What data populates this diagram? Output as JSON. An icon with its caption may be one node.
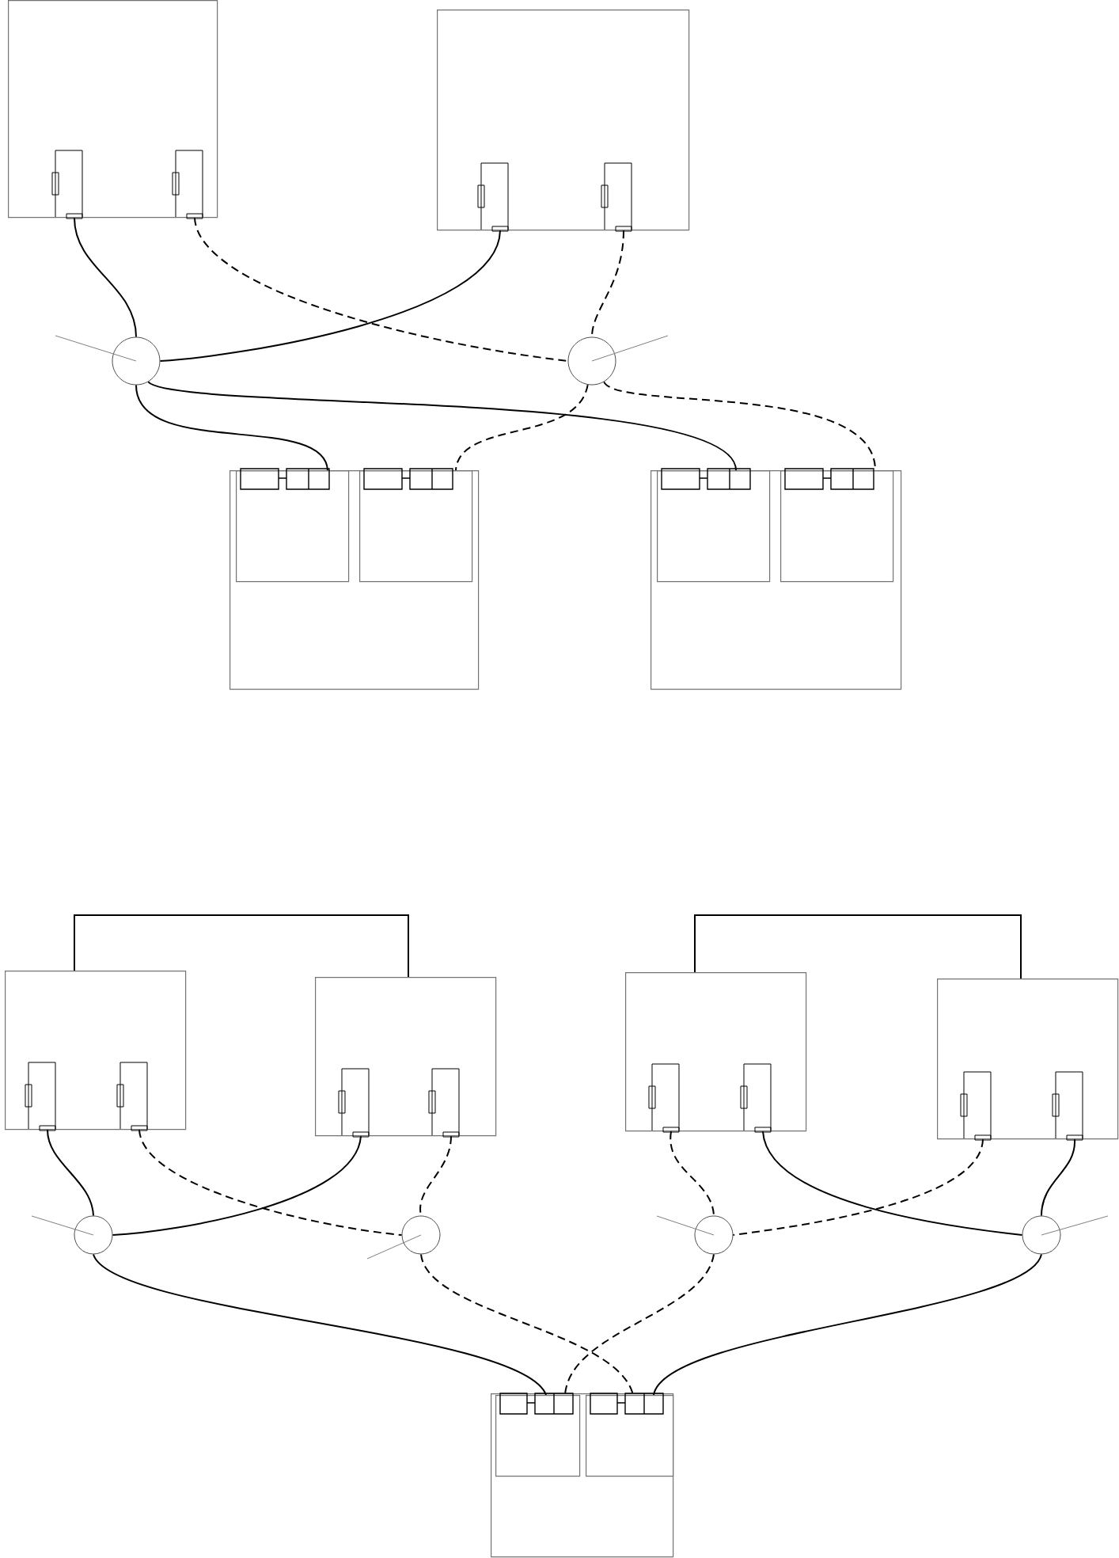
{
  "diagram": {
    "nodes": [
      {
        "text": [],
        "shape": "box"
      },
      {
        "text": [],
        "shape": "box"
      },
      {
        "text": [],
        "shape": "circle"
      },
      {
        "text": [],
        "shape": "circle"
      },
      {
        "text": [],
        "shape": "box"
      },
      {
        "text": [],
        "shape": "box",
        "in": 4
      },
      {
        "text": [],
        "shape": "box",
        "in": 4
      },
      {
        "text": [],
        "shape": "box"
      },
      {
        "text": [],
        "shape": "box",
        "in": 7
      },
      {
        "text": [],
        "shape": "box",
        "in": 7
      },
      {
        "text": [],
        "shape": "box"
      },
      {
        "text": [],
        "shape": "box"
      },
      {
        "text": [],
        "shape": "box"
      },
      {
        "text": [],
        "shape": "box"
      },
      {
        "text": [],
        "shape": "circle"
      },
      {
        "text": [],
        "shape": "circle"
      },
      {
        "text": [],
        "shape": "circle"
      },
      {
        "text": [],
        "shape": "circle"
      },
      {
        "text": [],
        "shape": "box"
      },
      {
        "text": [],
        "shape": "box",
        "in": 18
      },
      {
        "text": [],
        "shape": "box",
        "in": 18
      }
    ],
    "edges": [
      {
        "from": 0,
        "to": 2,
        "arrow": "none"
      },
      {
        "from": 0,
        "to": 3,
        "arrow": "none",
        "style": "dashed"
      },
      {
        "from": 1,
        "to": 2,
        "arrow": "none"
      },
      {
        "from": 1,
        "to": 3,
        "arrow": "none",
        "style": "dashed"
      },
      {
        "from": 2,
        "to": 5,
        "arrow": "none"
      },
      {
        "from": 2,
        "to": 8,
        "arrow": "none"
      },
      {
        "from": 3,
        "to": 6,
        "arrow": "none",
        "style": "dashed"
      },
      {
        "from": 3,
        "to": 9,
        "arrow": "none",
        "style": "dashed"
      },
      {
        "from": null,
        "to": 2,
        "arrow": "none",
        "color": "#808080"
      },
      {
        "from": null,
        "to": 3,
        "arrow": "none",
        "color": "#808080"
      },
      {
        "from": 10,
        "to": 11,
        "arrow": "none"
      },
      {
        "from": 12,
        "to": 13,
        "arrow": "none"
      },
      {
        "from": 10,
        "to": 14,
        "arrow": "none"
      },
      {
        "from": 10,
        "to": 15,
        "arrow": "none",
        "style": "dashed"
      },
      {
        "from": 11,
        "to": 14,
        "arrow": "none"
      },
      {
        "from": 11,
        "to": 15,
        "arrow": "none",
        "style": "dashed"
      },
      {
        "from": 12,
        "to": 16,
        "arrow": "none",
        "style": "dashed"
      },
      {
        "from": 12,
        "to": 17,
        "arrow": "none"
      },
      {
        "from": 13,
        "to": 16,
        "arrow": "none",
        "style": "dashed"
      },
      {
        "from": 13,
        "to": 17,
        "arrow": "none"
      },
      {
        "from": 14,
        "to": 19,
        "arrow": "none"
      },
      {
        "from": 15,
        "to": 20,
        "arrow": "none",
        "style": "dashed"
      },
      {
        "from": 16,
        "to": 19,
        "arrow": "none",
        "style": "dashed"
      },
      {
        "from": 17,
        "to": 20,
        "arrow": "none"
      },
      {
        "from": null,
        "to": 14,
        "arrow": "none",
        "color": "#808080"
      },
      {
        "from": null,
        "to": 15,
        "arrow": "none",
        "color": "#808080"
      },
      {
        "from": null,
        "to": 16,
        "arrow": "none",
        "color": "#808080"
      },
      {
        "from": null,
        "to": 17,
        "arrow": "none",
        "color": "#808080"
      }
    ]
  }
}
